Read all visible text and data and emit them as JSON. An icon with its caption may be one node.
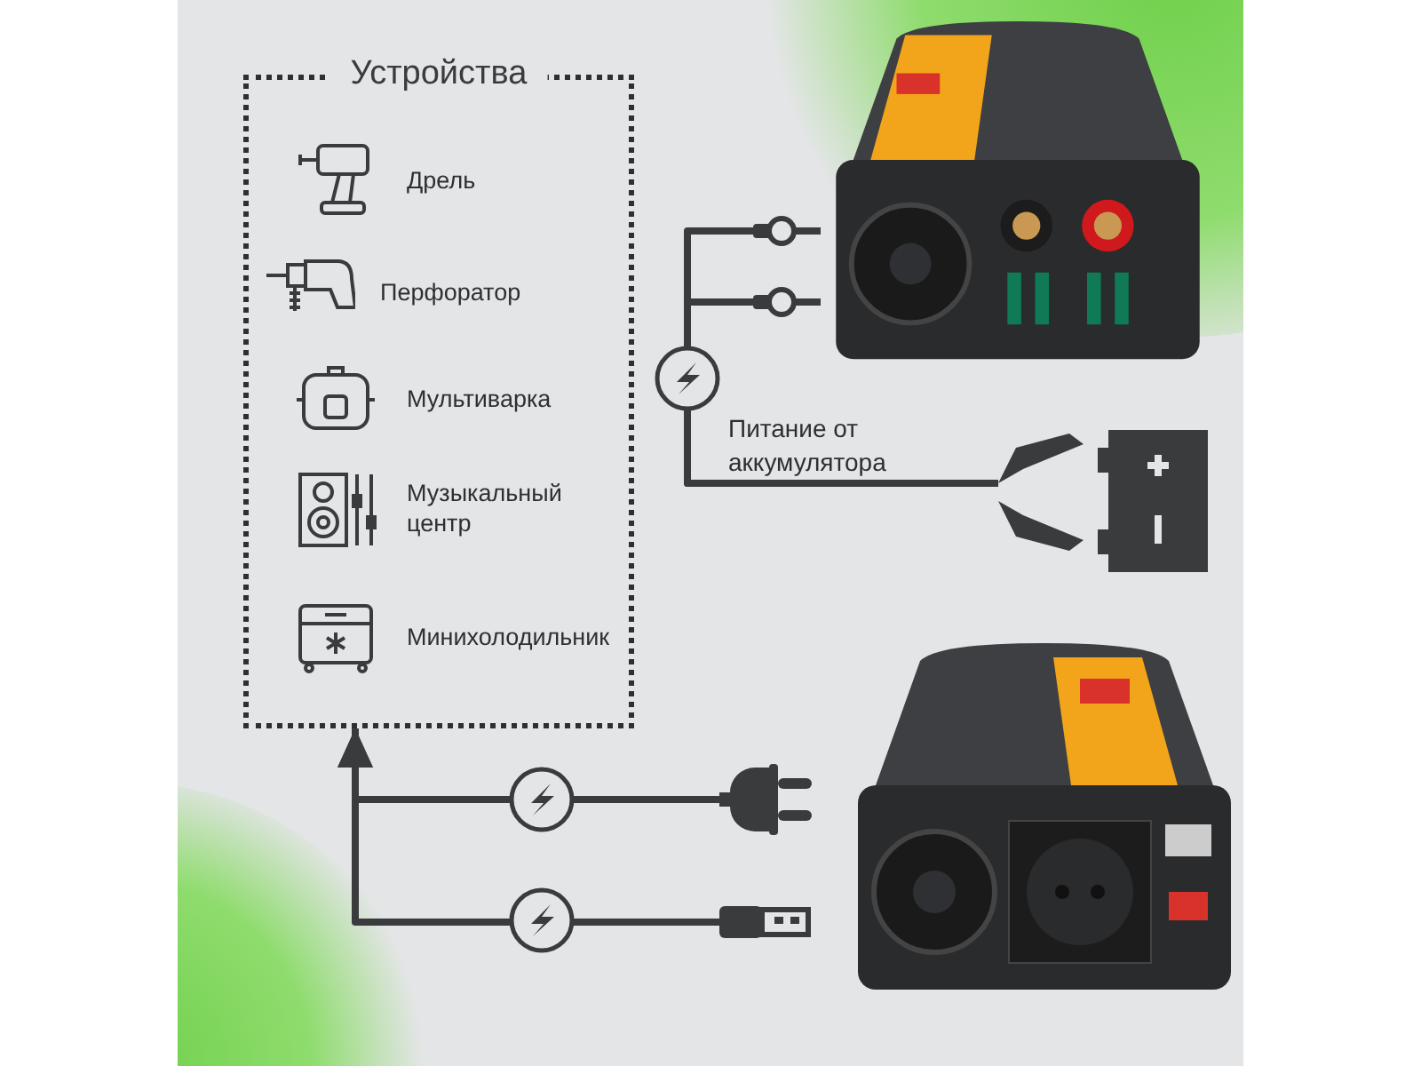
{
  "diagram": {
    "nodes": [
      {
        "text": [
          "Устройства"
        ]
      },
      {
        "text": [
          "Дрель"
        ],
        "in": 0
      },
      {
        "text": [
          "Перфоратор"
        ],
        "in": 0
      },
      {
        "text": [
          "Мультиварка"
        ],
        "in": 0
      },
      {
        "text": [
          "Музыкальный центр"
        ],
        "in": 0
      },
      {
        "text": [
          "Минихолодильник"
        ],
        "in": 0
      },
      {
        "text": [],
        "shape": "picture"
      },
      {
        "text": [],
        "shape": "picture"
      },
      {
        "text": [],
        "shape": "picture"
      },
      {
        "text": [],
        "shape": "picture"
      },
      {
        "text": [],
        "shape": "picture"
      }
    ],
    "edges": [
      {
        "from": 7,
        "to": 6,
        "arrow": "none",
        "label": "Питание от аккумулятора"
      },
      {
        "from": 7,
        "to": 6,
        "arrow": "none"
      },
      {
        "from": 9,
        "to": 0,
        "arrow": "to"
      },
      {
        "from": 10,
        "to": 0,
        "arrow": "to"
      }
    ]
  }
}
